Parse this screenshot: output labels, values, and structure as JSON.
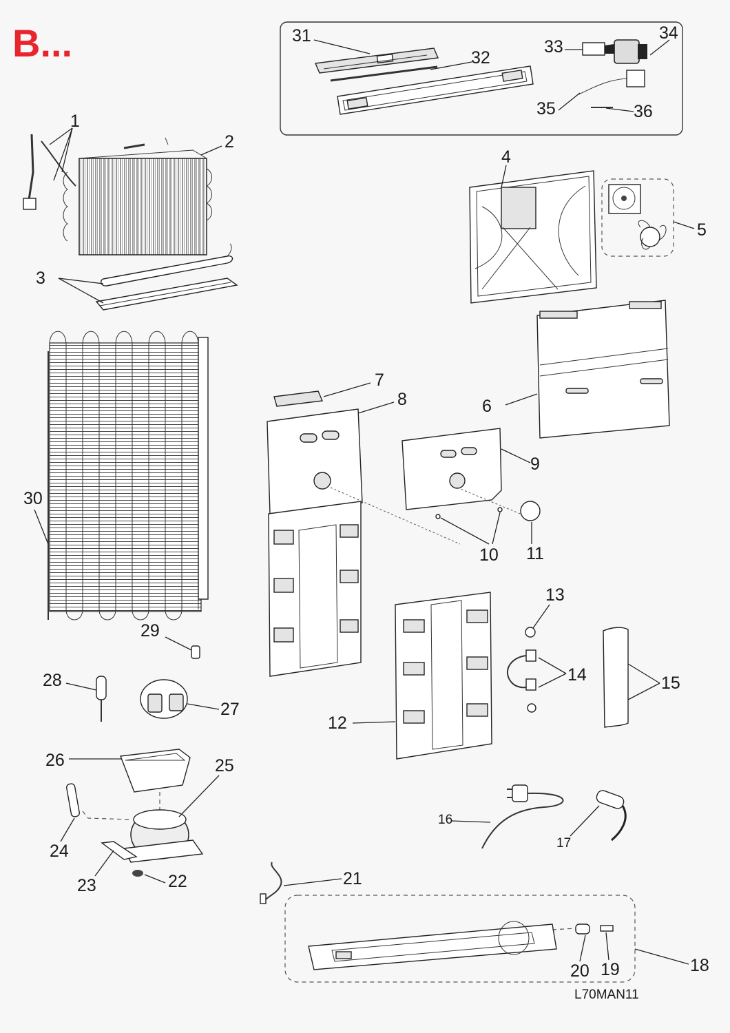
{
  "header": {
    "title": "B...",
    "title_color": "#e8242c",
    "drawing_code": "L70MAN11"
  },
  "callouts": [
    {
      "id": "c1",
      "text": "1"
    },
    {
      "id": "c2",
      "text": "2"
    },
    {
      "id": "c3",
      "text": "3"
    },
    {
      "id": "c4",
      "text": "4"
    },
    {
      "id": "c5",
      "text": "5"
    },
    {
      "id": "c6",
      "text": "6"
    },
    {
      "id": "c7",
      "text": "7"
    },
    {
      "id": "c8",
      "text": "8"
    },
    {
      "id": "c9",
      "text": "9"
    },
    {
      "id": "c10",
      "text": "10"
    },
    {
      "id": "c11",
      "text": "11"
    },
    {
      "id": "c12",
      "text": "12"
    },
    {
      "id": "c13",
      "text": "13"
    },
    {
      "id": "c14",
      "text": "14"
    },
    {
      "id": "c15",
      "text": "15"
    },
    {
      "id": "c16",
      "text": "16"
    },
    {
      "id": "c17",
      "text": "17"
    },
    {
      "id": "c18",
      "text": "18"
    },
    {
      "id": "c19",
      "text": "19"
    },
    {
      "id": "c20",
      "text": "20"
    },
    {
      "id": "c21",
      "text": "21"
    },
    {
      "id": "c22",
      "text": "22"
    },
    {
      "id": "c23",
      "text": "23"
    },
    {
      "id": "c24",
      "text": "24"
    },
    {
      "id": "c25",
      "text": "25"
    },
    {
      "id": "c26",
      "text": "26"
    },
    {
      "id": "c27",
      "text": "27"
    },
    {
      "id": "c28",
      "text": "28"
    },
    {
      "id": "c29",
      "text": "29"
    },
    {
      "id": "c30",
      "text": "30"
    },
    {
      "id": "c31",
      "text": "31"
    },
    {
      "id": "c32",
      "text": "32"
    },
    {
      "id": "c33",
      "text": "33"
    },
    {
      "id": "c34",
      "text": "34"
    },
    {
      "id": "c35",
      "text": "35"
    },
    {
      "id": "c36",
      "text": "36"
    }
  ]
}
